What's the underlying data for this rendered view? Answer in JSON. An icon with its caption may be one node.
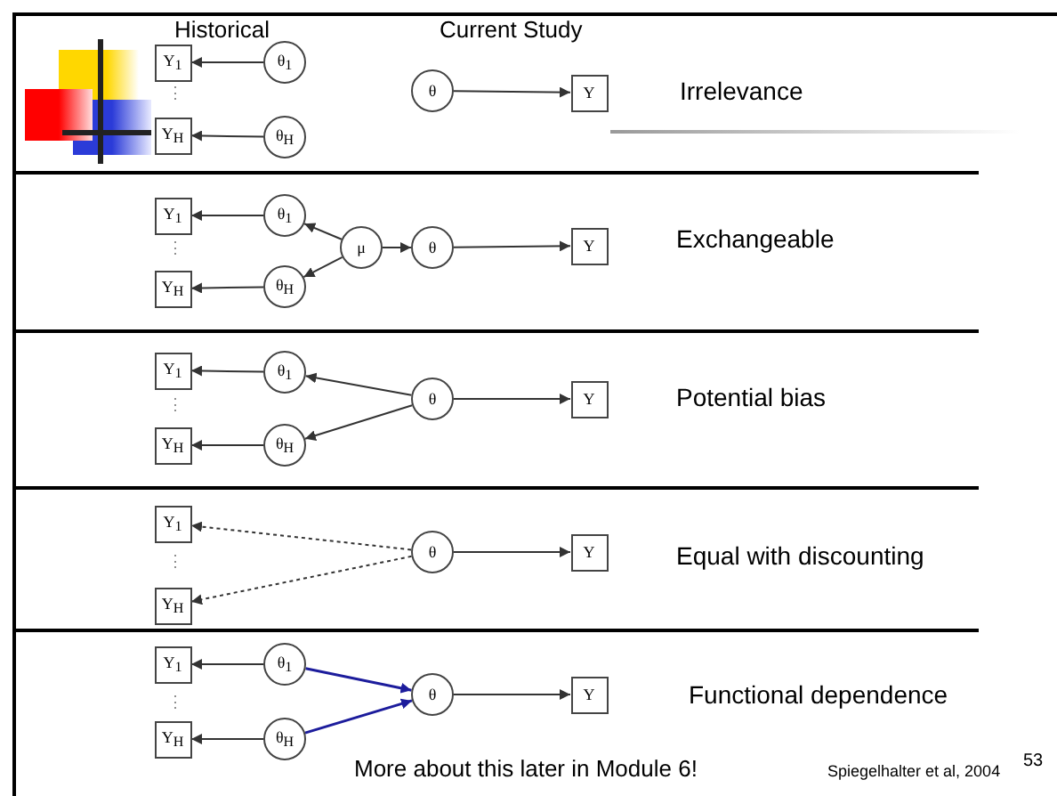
{
  "diagram": {
    "nodes": [
      {
        "text": [
          "Irrelevance"
        ]
      },
      {
        "text": [
          "Y$_{1}$"
        ],
        "in": 0
      },
      {
        "text": [
          "Y$_{H}$"
        ],
        "in": 0
      },
      {
        "text": [
          "θ$_{1}$"
        ],
        "in": 0
      },
      {
        "text": [
          "θ$_{H}$"
        ],
        "in": 0
      },
      {
        "text": [
          "θ"
        ],
        "in": 0
      },
      {
        "text": [
          "Y"
        ],
        "in": 0
      },
      {
        "text": [
          "Exchangeable"
        ]
      },
      {
        "text": [
          "Y$_{1}$"
        ],
        "in": 7
      },
      {
        "text": [
          "Y$_{H}$"
        ],
        "in": 7
      },
      {
        "text": [
          "θ$_{1}$"
        ],
        "in": 7
      },
      {
        "text": [
          "θ$_{H}$"
        ],
        "in": 7
      },
      {
        "text": [
          "μ"
        ],
        "in": 7
      },
      {
        "text": [
          "θ"
        ],
        "in": 7
      },
      {
        "text": [
          "Y"
        ],
        "in": 7
      },
      {
        "text": [
          "Potential bias"
        ]
      },
      {
        "text": [
          "Y$_{1}$"
        ],
        "in": 15
      },
      {
        "text": [
          "Y$_{H}$"
        ],
        "in": 15
      },
      {
        "text": [
          "θ$_{1}$"
        ],
        "in": 15
      },
      {
        "text": [
          "θ$_{H}$"
        ],
        "in": 15
      },
      {
        "text": [
          "θ"
        ],
        "in": 15
      },
      {
        "text": [
          "Y"
        ],
        "in": 15
      },
      {
        "text": [
          "Equal with discounting"
        ]
      },
      {
        "text": [
          "Y$_{1}$"
        ],
        "in": 22
      },
      {
        "text": [
          "Y$_{H}$"
        ],
        "in": 22
      },
      {
        "text": [
          "θ"
        ],
        "in": 22
      },
      {
        "text": [
          "Y"
        ],
        "in": 22
      },
      {
        "text": [
          "Functional dependence"
        ]
      },
      {
        "text": [
          "Y$_{1}$"
        ],
        "in": 27
      },
      {
        "text": [
          "Y$_{H}$"
        ],
        "in": 27
      },
      {
        "text": [
          "θ$_{1}$"
        ],
        "in": 27
      },
      {
        "text": [
          "θ$_{H}$"
        ],
        "in": 27
      },
      {
        "text": [
          "θ"
        ],
        "in": 27
      },
      {
        "text": [
          "Y"
        ],
        "in": 27
      }
    ],
    "edges": [
      {
        "from": 3,
        "to": 1,
        "arrow": "to"
      },
      {
        "from": 4,
        "to": 2,
        "arrow": "to"
      },
      {
        "from": 5,
        "to": 6,
        "arrow": "to"
      },
      {
        "from": 10,
        "to": 8,
        "arrow": "to"
      },
      {
        "from": 11,
        "to": 9,
        "arrow": "to"
      },
      {
        "from": 12,
        "to": 10,
        "arrow": "to"
      },
      {
        "from": 12,
        "to": 11,
        "arrow": "to"
      },
      {
        "from": 12,
        "to": 13,
        "arrow": "to"
      },
      {
        "from": 13,
        "to": 14,
        "arrow": "to"
      },
      {
        "from": 18,
        "to": 16,
        "arrow": "to"
      },
      {
        "from": 19,
        "to": 17,
        "arrow": "to"
      },
      {
        "from": 20,
        "to": 18,
        "arrow": "to"
      },
      {
        "from": 20,
        "to": 19,
        "arrow": "to"
      },
      {
        "from": 20,
        "to": 21,
        "arrow": "to"
      },
      {
        "from": 25,
        "to": 23,
        "arrow": "to",
        "style": "dashed"
      },
      {
        "from": 25,
        "to": 24,
        "arrow": "to",
        "style": "dashed"
      },
      {
        "from": 25,
        "to": 26,
        "arrow": "to"
      },
      {
        "from": 30,
        "to": 28,
        "arrow": "to"
      },
      {
        "from": 31,
        "to": 29,
        "arrow": "to"
      },
      {
        "from": 30,
        "to": 32,
        "arrow": "to",
        "color": "#1c1c9c"
      },
      {
        "from": 31,
        "to": 32,
        "arrow": "to",
        "color": "#1c1c9c"
      },
      {
        "from": 32,
        "to": 33,
        "arrow": "to"
      }
    ],
    "labels": [
      "Historical",
      "Current Study",
      "⋮",
      "⋮",
      "⋮",
      "⋮",
      "⋮",
      "More about this later in Module 6!",
      "Spiegelhalter et al, 2004",
      "53"
    ]
  }
}
